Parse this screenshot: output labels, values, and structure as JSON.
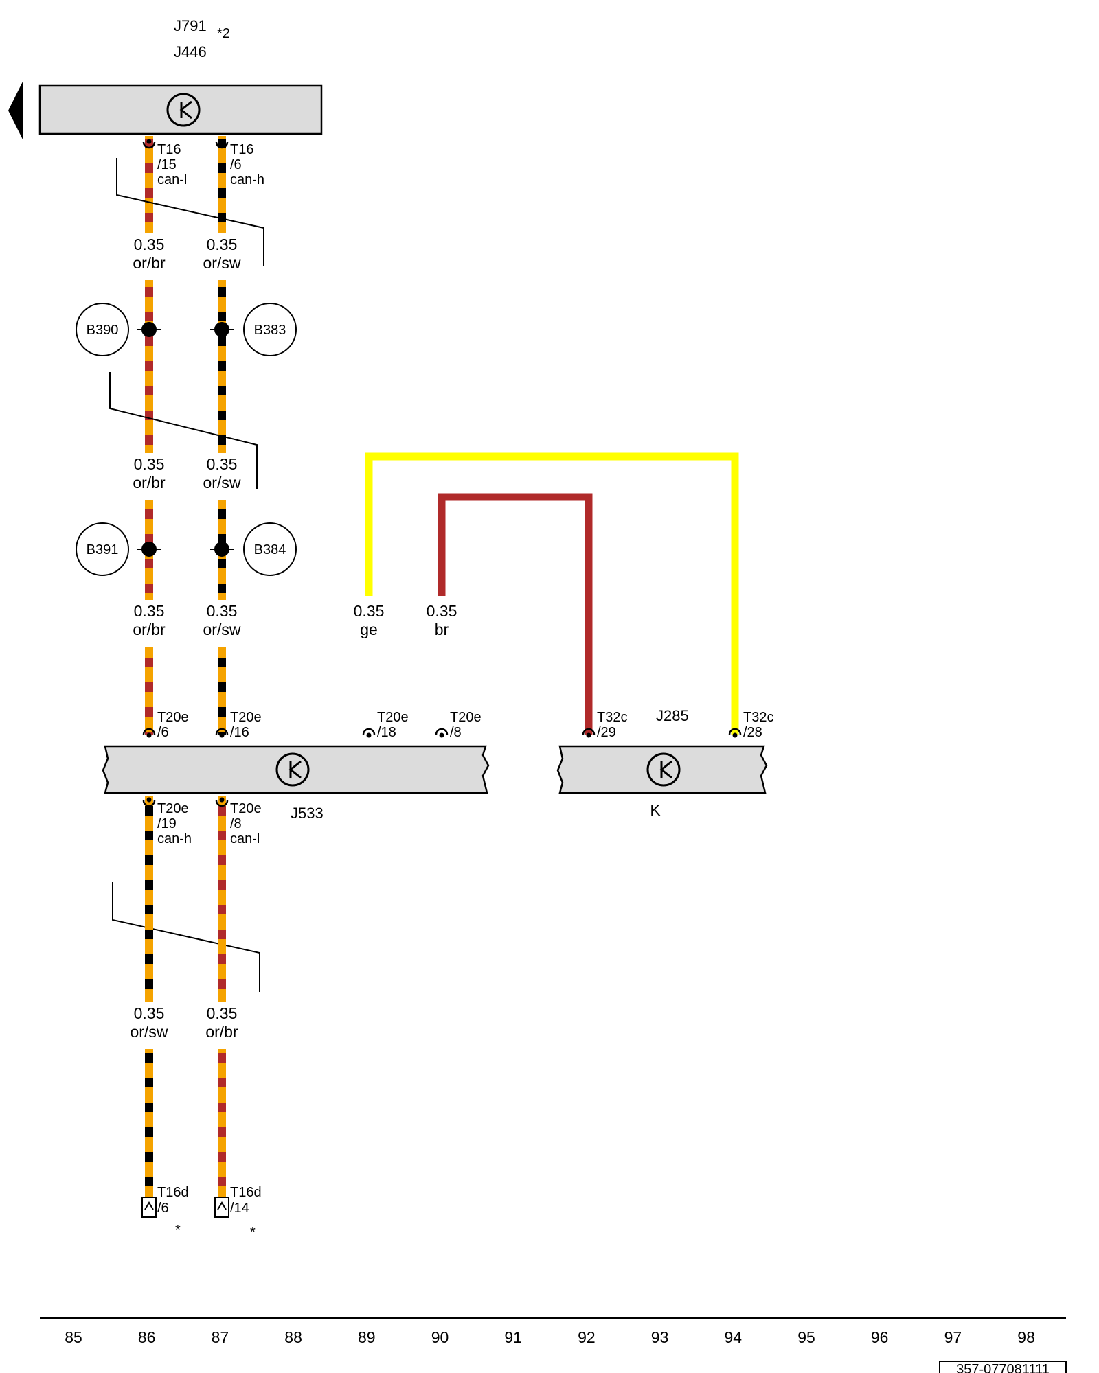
{
  "components": {
    "top_module": {
      "ids": [
        "J791",
        "J446"
      ],
      "note": "*2"
    },
    "gateway": {
      "id": "J533"
    },
    "instrument": {
      "id": "J285",
      "label": "K"
    },
    "splices": [
      "B390",
      "B383",
      "B391",
      "B384"
    ]
  },
  "connectors": [
    {
      "id": "t16_15",
      "lines": [
        "T16",
        "/15",
        "can-l"
      ]
    },
    {
      "id": "t16_6",
      "lines": [
        "T16",
        "/6",
        "can-h"
      ]
    },
    {
      "id": "t20e_6",
      "lines": [
        "T20e",
        "/6"
      ]
    },
    {
      "id": "t20e_16",
      "lines": [
        "T20e",
        "/16"
      ]
    },
    {
      "id": "t20e_18",
      "lines": [
        "T20e",
        "/18"
      ]
    },
    {
      "id": "t20e_8_top",
      "lines": [
        "T20e",
        "/8"
      ]
    },
    {
      "id": "t32c_29",
      "lines": [
        "T32c",
        "/29"
      ]
    },
    {
      "id": "t32c_28",
      "lines": [
        "T32c",
        "/28"
      ]
    },
    {
      "id": "t20e_19",
      "lines": [
        "T20e",
        "/19",
        "can-h"
      ]
    },
    {
      "id": "t20e_8_bot",
      "lines": [
        "T20e",
        "/8",
        "can-l"
      ]
    },
    {
      "id": "t16d_6",
      "lines": [
        "T16d",
        "/6"
      ]
    },
    {
      "id": "t16d_14",
      "lines": [
        "T16d",
        "/14"
      ]
    }
  ],
  "wires": [
    {
      "id": "w1",
      "size": "0.35",
      "color_code": "or/br"
    },
    {
      "id": "w2",
      "size": "0.35",
      "color_code": "or/sw"
    },
    {
      "id": "w3",
      "size": "0.35",
      "color_code": "or/br"
    },
    {
      "id": "w4",
      "size": "0.35",
      "color_code": "or/sw"
    },
    {
      "id": "w5",
      "size": "0.35",
      "color_code": "or/br"
    },
    {
      "id": "w6",
      "size": "0.35",
      "color_code": "or/sw"
    },
    {
      "id": "w7",
      "size": "0.35",
      "color_code": "ge"
    },
    {
      "id": "w8",
      "size": "0.35",
      "color_code": "br"
    },
    {
      "id": "w9",
      "size": "0.35",
      "color_code": "or/sw"
    },
    {
      "id": "w10",
      "size": "0.35",
      "color_code": "or/br"
    }
  ],
  "footnote_marks": [
    "*",
    "*"
  ],
  "column_numbers": [
    "85",
    "86",
    "87",
    "88",
    "89",
    "90",
    "91",
    "92",
    "93",
    "94",
    "95",
    "96",
    "97",
    "98"
  ],
  "diagram_code": "357-077081111",
  "colors": {
    "orange": "#f5a300",
    "brown": "#b02a2a",
    "black": "#000000",
    "yellow": "#ffff00",
    "component_fill": "#dcdcdc"
  }
}
